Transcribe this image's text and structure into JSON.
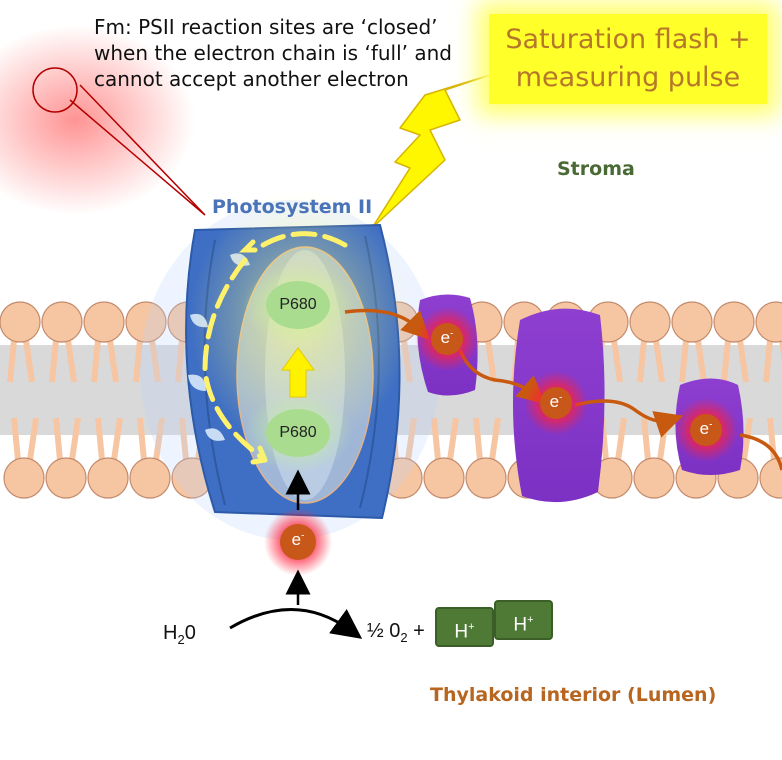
{
  "caption": {
    "line1": "Fm: PSII reaction sites are ‘closed’",
    "line2": "when the electron chain is ‘full’ and",
    "line3": "cannot accept another electron"
  },
  "flash_box": {
    "line1": "Saturation flash +",
    "line2": "measuring pulse"
  },
  "labels": {
    "stroma": "Stroma",
    "photosystem": "Photosystem II",
    "lumen": "Thylakoid interior (Lumen)"
  },
  "reaction_centers": {
    "top": "P680",
    "bottom": "P680"
  },
  "electron": {
    "symbol": "e",
    "charge": "-"
  },
  "reaction": {
    "water": "H",
    "water_sub": "2",
    "water_tail": "0",
    "oxygen_prefix": "½ 0",
    "oxygen_sub": "2",
    "plus": "+",
    "proton_symbol": "H",
    "proton_charge": "+"
  },
  "colors": {
    "flash_box_bg": "#ffff2a",
    "flash_text": "#b5772a",
    "psii_blue": "#3f6fc4",
    "complex_purple": "#8a3ccc",
    "electron": "#c8571a",
    "lipid_head": "#f6c6a2",
    "proton_green": "#4f7a36",
    "stroma_label": "#4a6a35",
    "psii_label": "#4a73b8",
    "lumen_label": "#b7651f"
  },
  "icons": {
    "light_source": "lamp-icon",
    "flash": "lightning-bolt-icon"
  }
}
